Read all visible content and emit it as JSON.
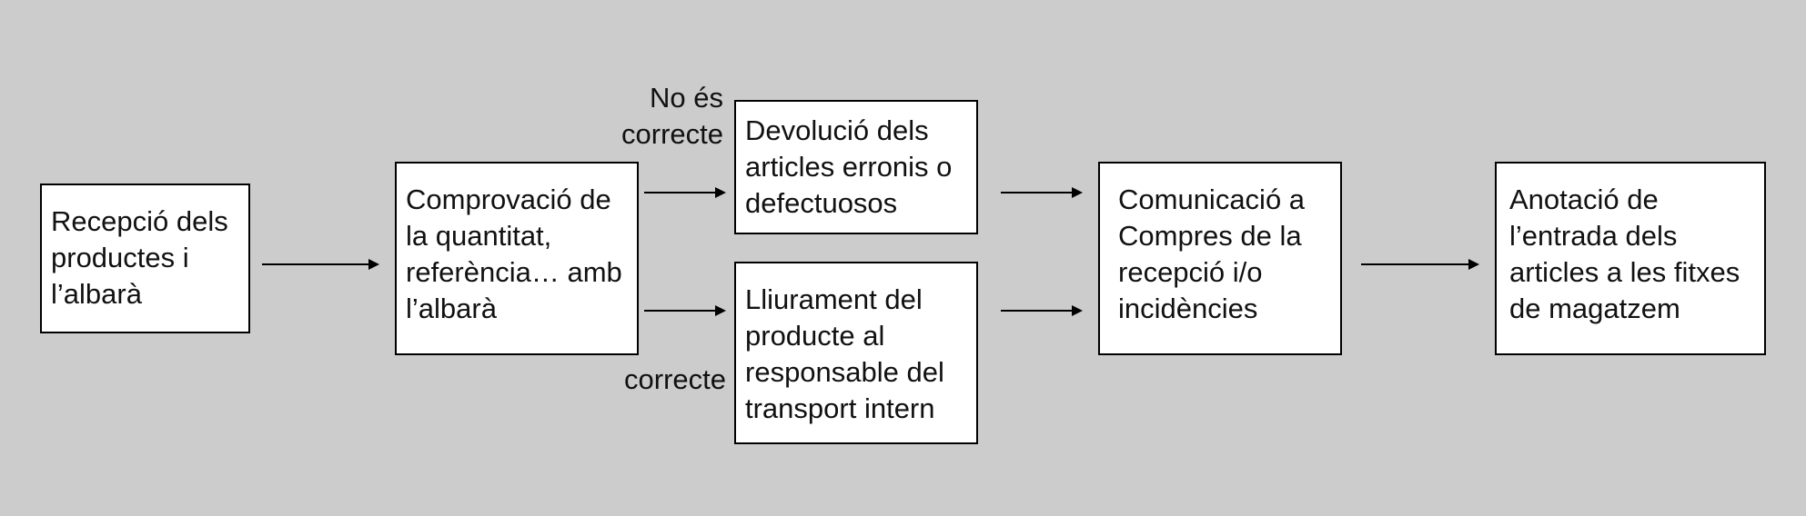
{
  "nodes": {
    "reception": "Recepció dels productes i l’albarà",
    "check": "Comprovació de la quantitat, referència… amb l’albarà",
    "return_items": "Devolució dels articles erronis o defectuosos",
    "deliver_product": "Lliurament del producte al responsable del transport intern",
    "notify_purchasing": "Comunicació a Compres de la recepció i/o incidències",
    "record_entry": "Anotació de l’entrada dels articles a les fitxes de magatzem"
  },
  "labels": {
    "not_correct": "No és correcte",
    "correct": "correcte"
  }
}
